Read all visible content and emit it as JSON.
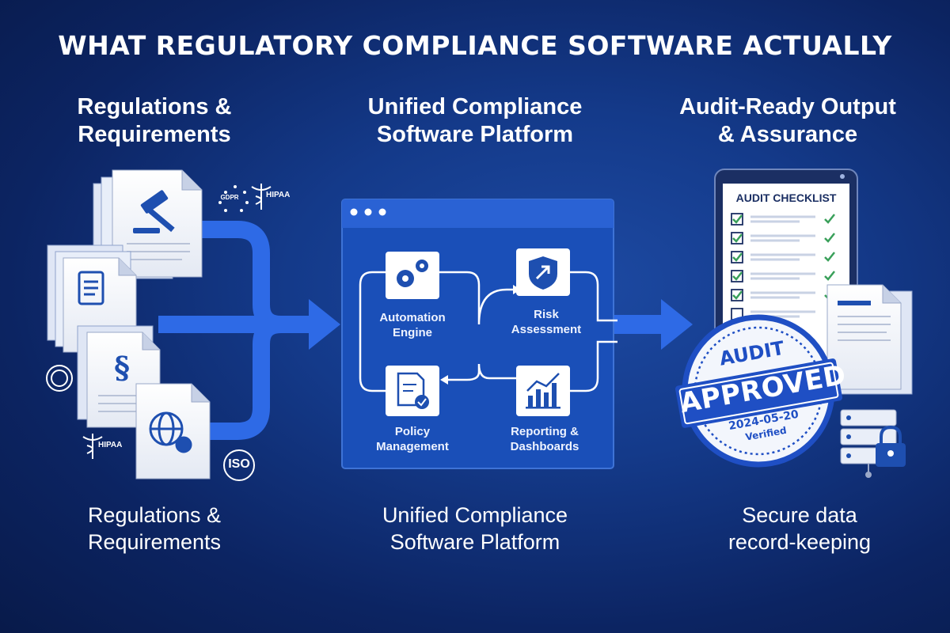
{
  "title": "WHAT REGULATORY COMPLIANCE SOFTWARE ACTUALLY",
  "columns": [
    {
      "heading_line1": "Regulations &",
      "heading_line2": "Requirements",
      "footer_line1": "Regulations &",
      "footer_line2": "Requirements"
    },
    {
      "heading_line1": "Unified Compliance",
      "heading_line2": "Software Platform",
      "footer_line1": "Unified Compliance",
      "footer_line2": "Software Platform"
    },
    {
      "heading_line1": "Audit-Ready Output",
      "heading_line2": "& Assurance",
      "footer_line1": "Secure data",
      "footer_line2": "record-keeping"
    }
  ],
  "badges": {
    "gdpr": "GDPR",
    "hipaa_top": "HIPAA",
    "hipaa_bottom": "HIPAA",
    "iso": "ISO"
  },
  "platform_modules": [
    {
      "line1": "Automation",
      "line2": "Engine",
      "icon": "gears-icon"
    },
    {
      "line1": "Risk",
      "line2": "Assessment",
      "icon": "shield-arrow-icon"
    },
    {
      "line1": "Policy",
      "line2": "Management",
      "icon": "document-check-icon"
    },
    {
      "line1": "Reporting &",
      "line2": "Dashboards",
      "icon": "bar-chart-icon"
    }
  ],
  "checklist": {
    "title": "AUDIT CHECKLIST",
    "checked_items": 5,
    "total_items": 6
  },
  "stamp": {
    "top": "AUDIT",
    "main": "APPROVED",
    "date": "2024-05-20",
    "status": "Verified"
  },
  "colors": {
    "accent_blue": "#2e6ae6",
    "panel_blue": "#1a4fb8",
    "check_green": "#3aa05a",
    "stamp_blue": "#1f4fc4"
  }
}
